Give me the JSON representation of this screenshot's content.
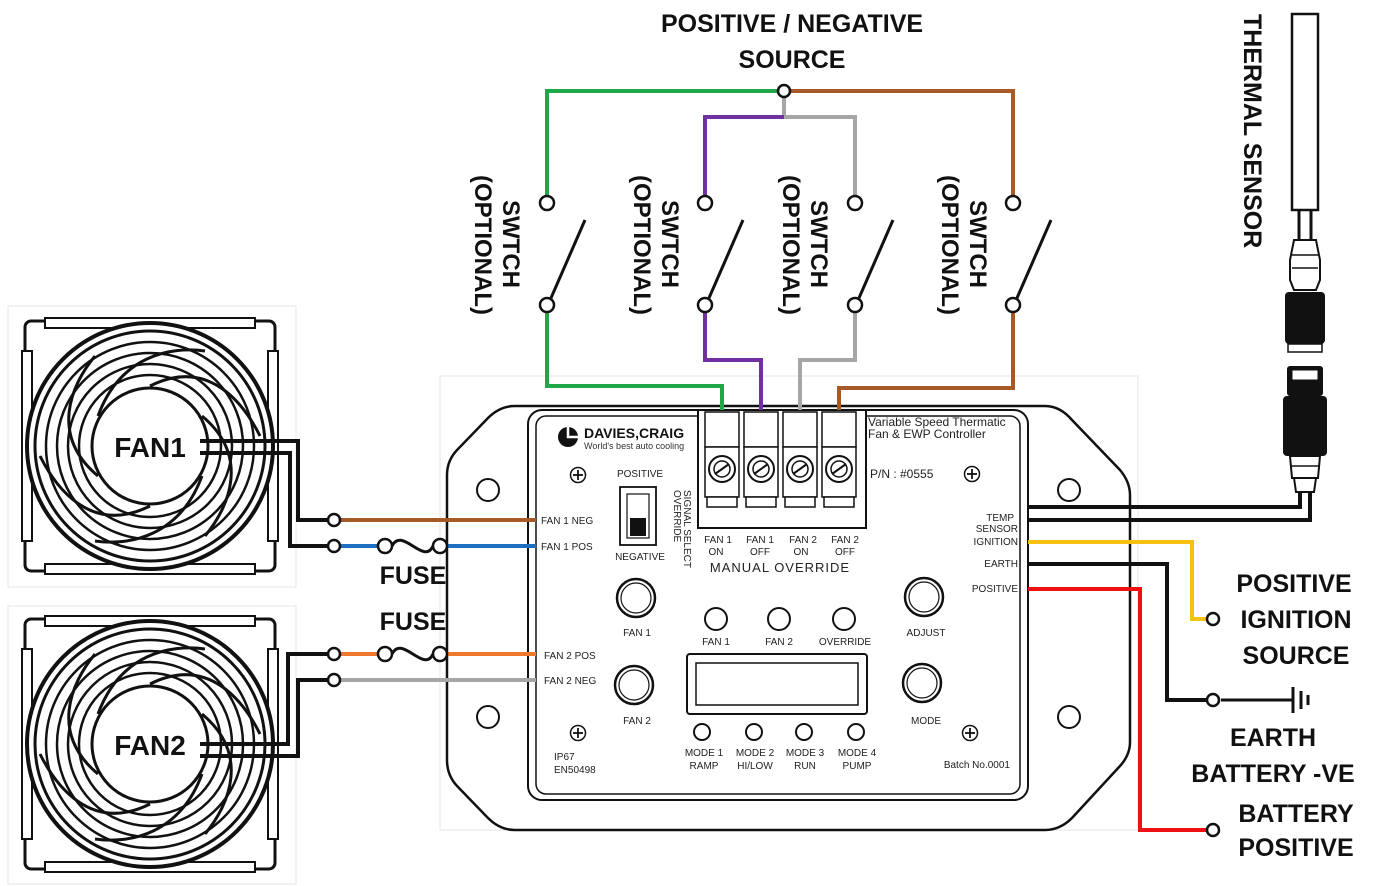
{
  "labels": {
    "source_line1": "POSITIVE / NEGATIVE",
    "source_line2": "SOURCE",
    "thermal_sensor": "THERMAL SENSOR",
    "switch_word": "SWTCH",
    "switch_optional": "(OPTIONAL)",
    "fan1": "FAN1",
    "fan2": "FAN2",
    "fuse": "FUSE",
    "positive_ignition": [
      "POSITIVE",
      "IGNITION",
      "SOURCE"
    ],
    "earth_battery": [
      "EARTH",
      "BATTERY -VE"
    ],
    "battery_positive": [
      "BATTERY",
      "POSITIVE"
    ]
  },
  "controller": {
    "brand": "DAVIES,CRAIG",
    "tagline": "World's best auto cooling",
    "title_line1": "Variable Speed Thermatic",
    "title_line2": "Fan & EWP Controller",
    "part_number": "P/N : #0555",
    "batch": "Batch No.0001",
    "ip_rating": "IP67",
    "standard": "EN50498",
    "signal_select": {
      "top": "POSITIVE",
      "bottom": "NEGATIVE",
      "side1": "OVERRIDE",
      "side2": "SIGNAL SELECT"
    },
    "override_terminals": [
      {
        "line1": "FAN 1",
        "line2": "ON"
      },
      {
        "line1": "FAN 1",
        "line2": "OFF"
      },
      {
        "line1": "FAN 2",
        "line2": "ON"
      },
      {
        "line1": "FAN 2",
        "line2": "OFF"
      }
    ],
    "manual_override": "MANUAL  OVERRIDE",
    "left_terminals": [
      "FAN 1 NEG",
      "FAN 1 POS",
      "FAN 2 POS",
      "FAN 2 NEG"
    ],
    "right_terminals": [
      "TEMP",
      "SENSOR",
      "IGNITION",
      "EARTH",
      "POSITIVE"
    ],
    "buttons": {
      "fan1": "FAN 1",
      "fan2": "FAN 2",
      "adjust": "ADJUST",
      "mode": "MODE"
    },
    "indicators": [
      "FAN 1",
      "FAN 2",
      "OVERRIDE"
    ],
    "modes": [
      {
        "line1": "MODE 1",
        "line2": "RAMP"
      },
      {
        "line1": "MODE 2",
        "line2": "HI/LOW"
      },
      {
        "line1": "MODE 3",
        "line2": "RUN"
      },
      {
        "line1": "MODE 4",
        "line2": "PUMP"
      }
    ]
  },
  "wire_colors": {
    "green": "#1fa84a",
    "purple": "#7030a0",
    "grey": "#a6a6a6",
    "brown": "#a65a28",
    "blue": "#1f6fc0",
    "orange": "#f0782d",
    "yellow": "#f5c211",
    "red": "#ee1111",
    "black": "#111111"
  }
}
